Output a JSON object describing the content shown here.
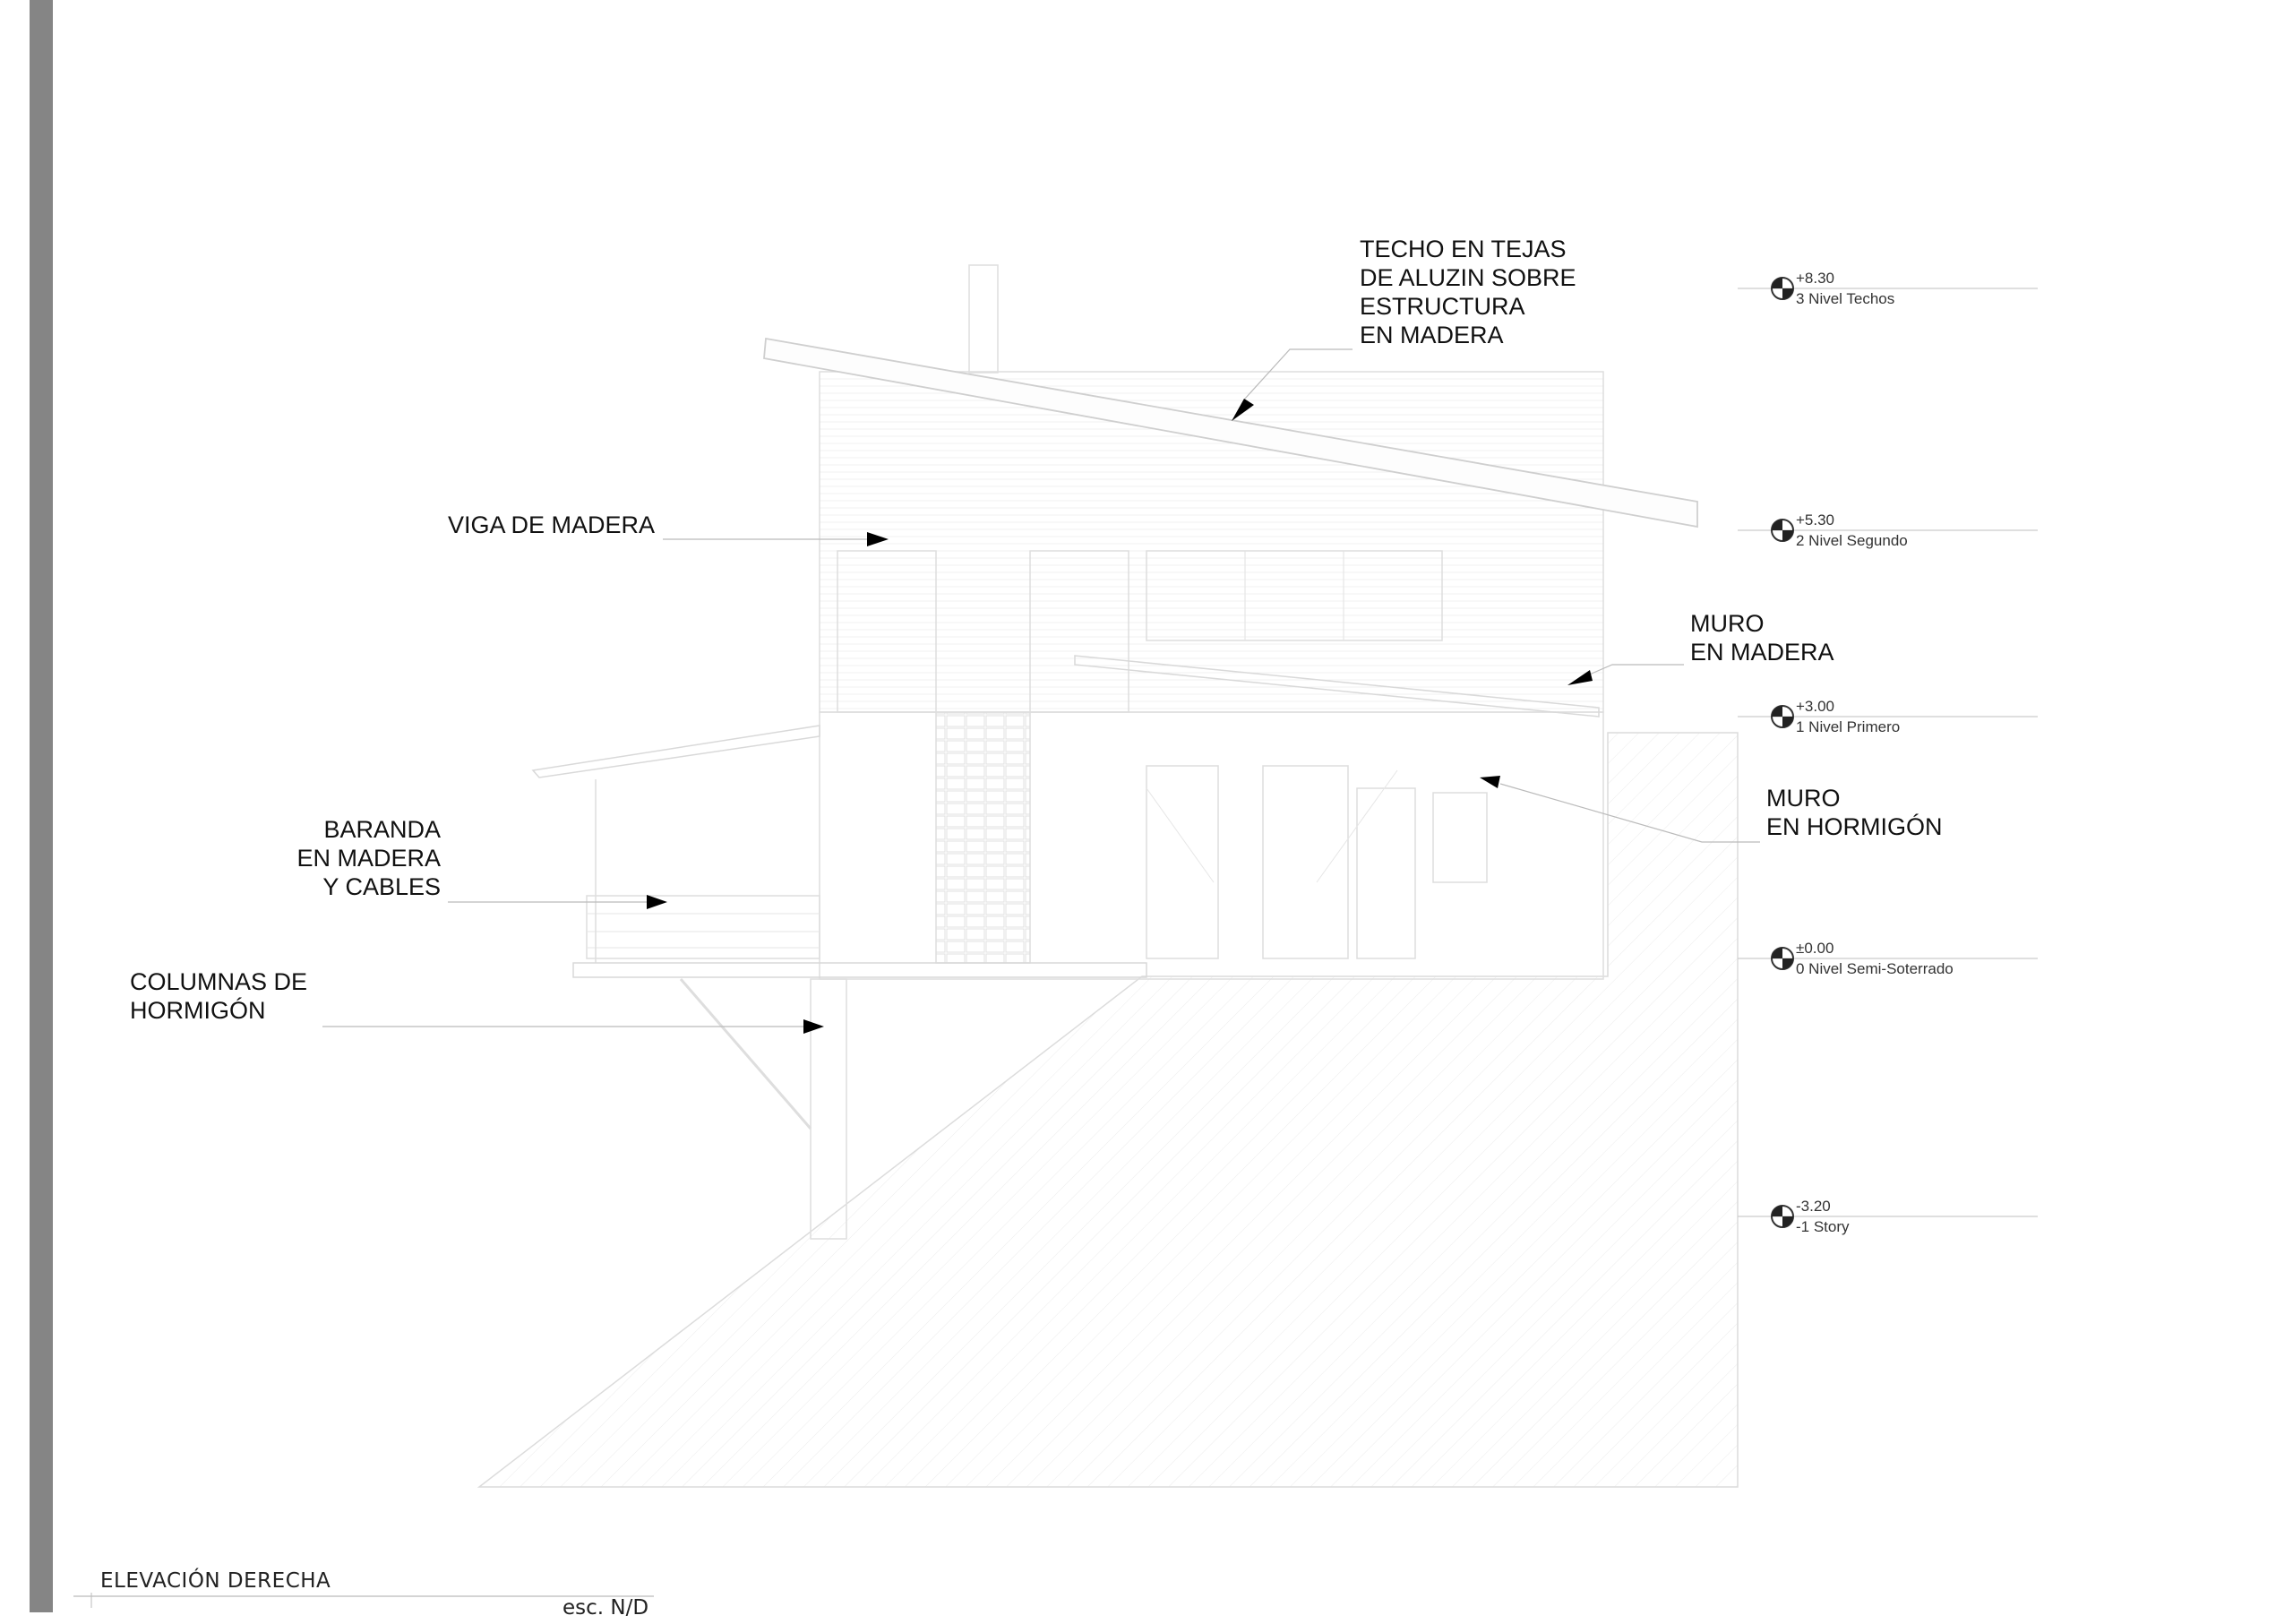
{
  "annotations": {
    "roof": "TECHO EN TEJAS\nDE ALUZIN SOBRE\nESTRUCTURA\nEN MADERA",
    "beam": "VIGA DE MADERA",
    "wood_wall": "MURO\nEN MADERA",
    "concrete_wall": "MURO\nEN HORMIGÓN",
    "railing": "BARANDA\nEN MADERA\nY CABLES",
    "columns": "COLUMNAS DE\nHORMIGÓN"
  },
  "levels": [
    {
      "elevation": "+8.30",
      "name": "3 Nivel Techos"
    },
    {
      "elevation": "+5.30",
      "name": "2 Nivel Segundo"
    },
    {
      "elevation": "+3.00",
      "name": "1 Nivel Primero"
    },
    {
      "elevation": "±0.00",
      "name": "0 Nivel Semi-Soterrado"
    },
    {
      "elevation": "-3.20",
      "name": "-1 Story"
    }
  ],
  "title_block": {
    "title": "ELEVACIÓN DERECHA",
    "scale": "esc. N/D"
  },
  "colors": {
    "sidebar": "#858585",
    "drawing_line": "#d4d4d4",
    "annotation_text": "#111111",
    "arrow": "#000000"
  }
}
